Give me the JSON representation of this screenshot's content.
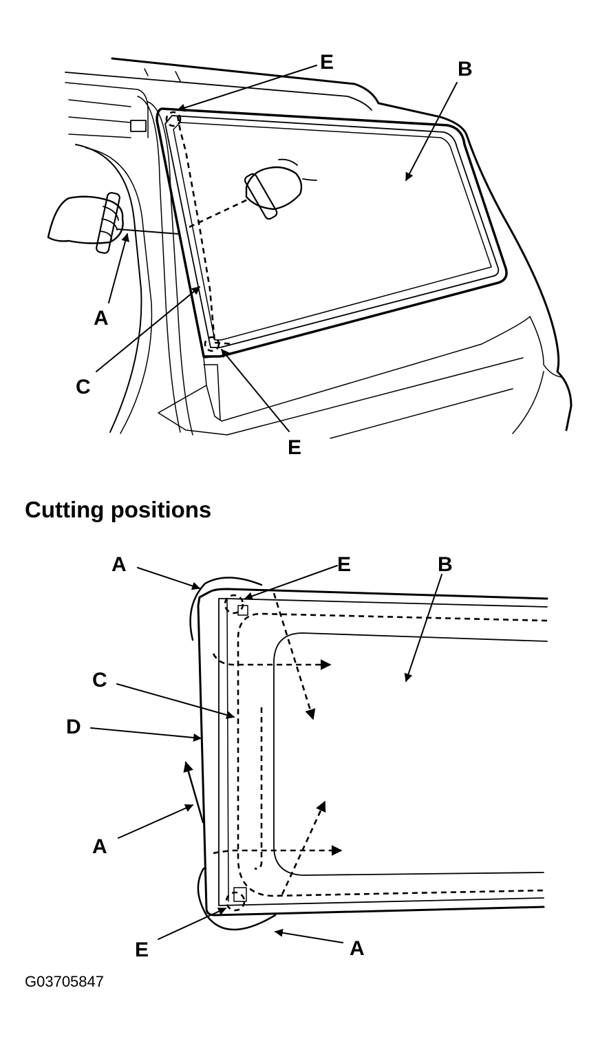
{
  "section_title": "Cutting positions",
  "figure_code": "G03705847",
  "callouts_top": {
    "e_top": "E",
    "b": "B",
    "a": "A",
    "c": "C",
    "e_bottom": "E"
  },
  "callouts_bottom": {
    "a_top": "A",
    "e_top": "E",
    "b": "B",
    "c": "C",
    "d": "D",
    "a_mid": "A",
    "e_bottom": "E",
    "a_bottom": "A"
  }
}
